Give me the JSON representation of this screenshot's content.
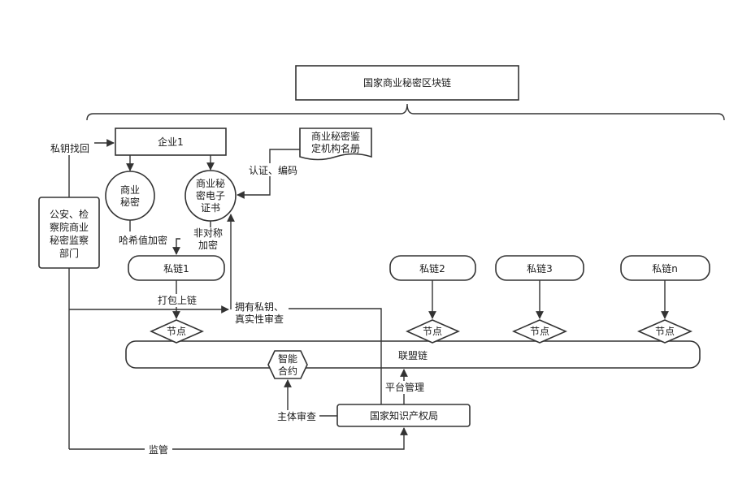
{
  "colors": {
    "stroke": "#333333",
    "text": "#1a1a1a",
    "background": "#ffffff"
  },
  "labels": {
    "national_blockchain": "国家商业秘密区块链",
    "enterprise": "企业1",
    "trade_secret_l1": "商业",
    "trade_secret_l2": "秘密",
    "certificate_l1": "商业秘",
    "certificate_l2": "密电子",
    "certificate_l3": "证书",
    "registry_l1": "商业秘密鉴",
    "registry_l2": "定机构名册",
    "cert_encode": "认证、编码",
    "key_recovery": "私钥找回",
    "police_l1": "公安、检",
    "police_l2": "察院商业",
    "police_l3": "秘密监察",
    "police_l4": "部门",
    "hash_encrypt": "哈希值加密",
    "asym_l1": "非对称",
    "asym_l2": "加密",
    "private_chain_1": "私链1",
    "private_chain_2": "私链2",
    "private_chain_3": "私链3",
    "private_chain_n": "私链n",
    "pack_onchain": "打包上链",
    "own_key_l1": "拥有私钥、",
    "own_key_l2": "真实性审查",
    "node": "节点",
    "consortium_chain": "联盟链",
    "smart_contract_l1": "智能",
    "smart_contract_l2": "合约",
    "platform_mgmt": "平台管理",
    "subject_review": "主体审查",
    "ip_office": "国家知识产权局",
    "supervision": "监管"
  }
}
